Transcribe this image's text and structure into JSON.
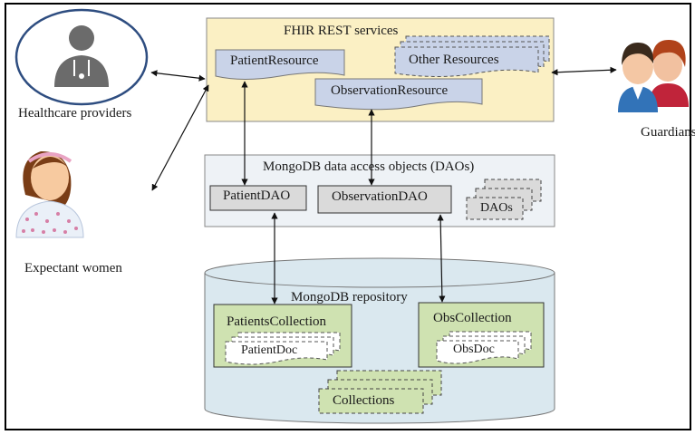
{
  "actors": {
    "healthcare_providers": "Healthcare providers",
    "expectant_women": "Expectant women",
    "guardians": "Guardians"
  },
  "fhir": {
    "title": "FHIR REST services",
    "patient_resource": "PatientResource",
    "other_resources": "Other Resources",
    "observation_resource": "ObservationResource"
  },
  "dao": {
    "title": "MongoDB data access objects (DAOs)",
    "patient_dao": "PatientDAO",
    "observation_dao": "ObservationDAO",
    "daos": "DAOs"
  },
  "repo": {
    "title": "MongoDB repository",
    "patients_collection": "PatientsCollection",
    "patient_doc": "PatientDoc",
    "obs_collection": "ObsCollection",
    "obs_doc": "ObsDoc",
    "collections": "Collections"
  },
  "colors": {
    "fhir_fill": "#fbf0c4",
    "resource_fill": "#c9d3e8",
    "dao_panel_fill": "#eef2f6",
    "dao_fill": "#dadada",
    "repo_fill": "#dae8ef",
    "collection_fill": "#cfe2b1",
    "doc_fill": "#ffffff"
  }
}
